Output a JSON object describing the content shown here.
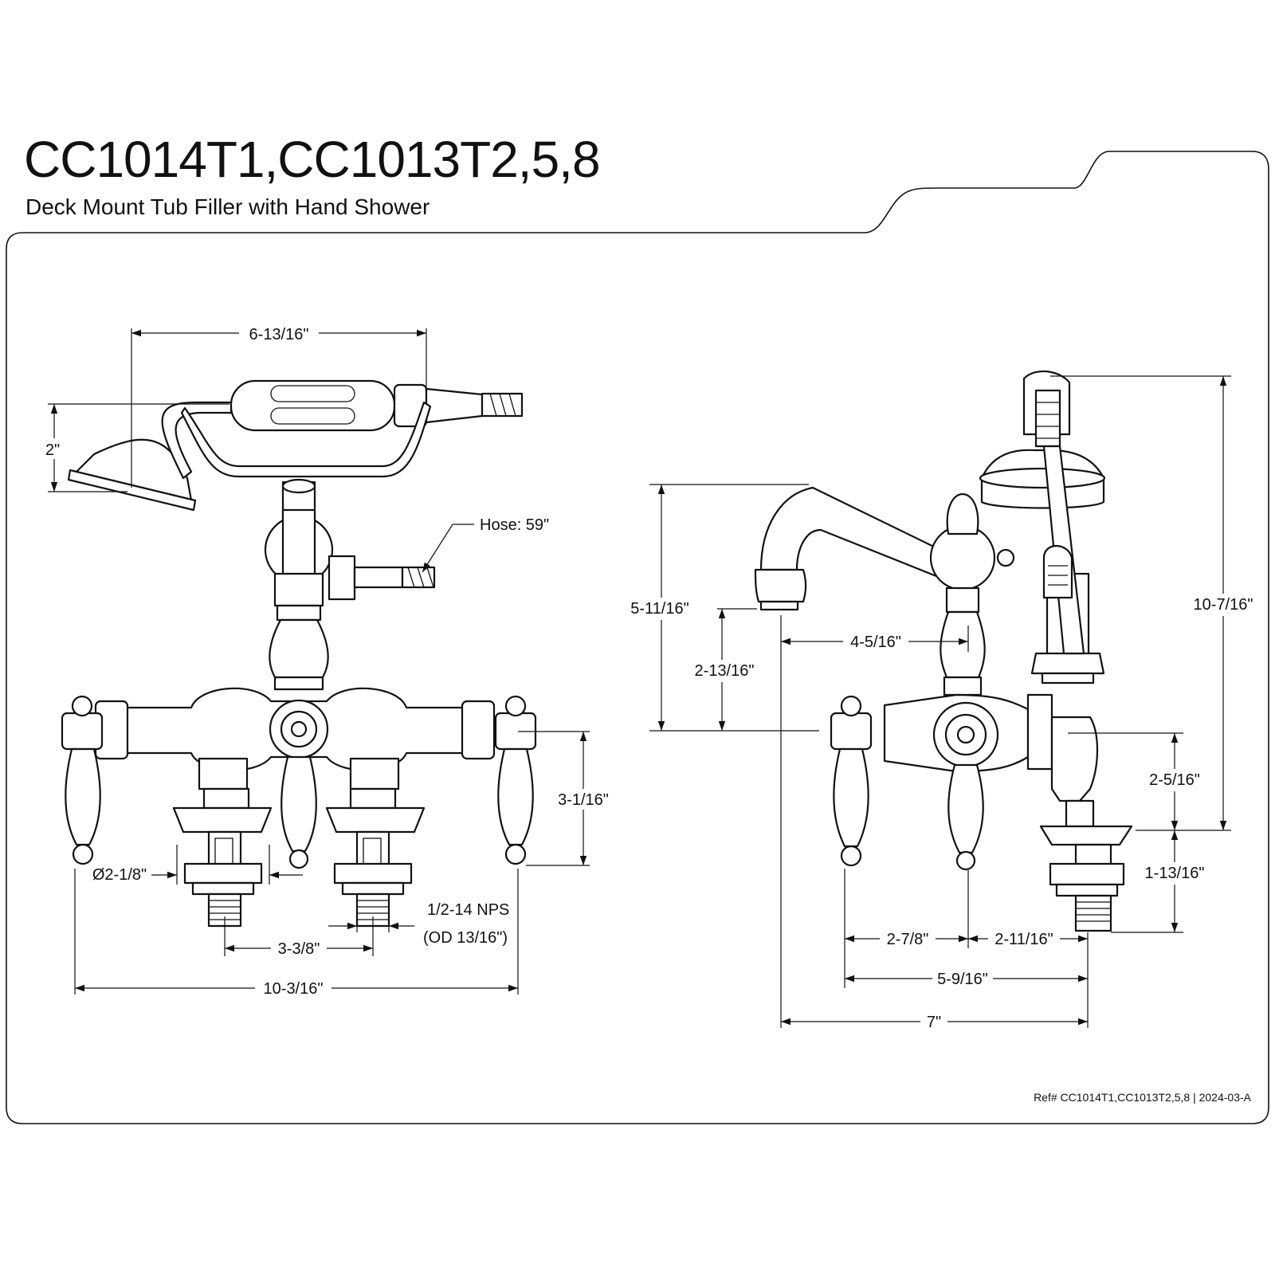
{
  "header": {
    "title": "CC1014T1,CC1013T2,5,8",
    "subtitle": "Deck Mount Tub Filler with Hand Shower"
  },
  "footer": {
    "ref_prefix": "Ref#",
    "ref_models": "CC1014T1,CC1013T2,5,8",
    "separator": "|",
    "revision": "2024-03-A"
  },
  "front_view": {
    "dims": {
      "shower_length": "6-13/16\"",
      "shower_height": "2\"",
      "hose": "Hose: 59\"",
      "lever_height": "3-1/16\"",
      "deck_hole_dia": "Ø2-1/8\"",
      "thread_size": "1/2-14 NPS",
      "thread_od": "(OD 13/16\")",
      "center_spacing": "3-3/8\"",
      "overall_width": "10-3/16\""
    }
  },
  "side_view": {
    "dims": {
      "spout_height": "5-11/16\"",
      "spout_clearance": "2-13/16\"",
      "spout_reach": "4-5/16\"",
      "overall_height": "10-7/16\"",
      "body_height": "2-5/16\"",
      "shank_length": "1-13/16\"",
      "lever_to_stem": "2-7/8\"",
      "stem_to_shank": "2-11/16\"",
      "lever_to_shank": "5-9/16\"",
      "overall_depth": "7\""
    }
  }
}
